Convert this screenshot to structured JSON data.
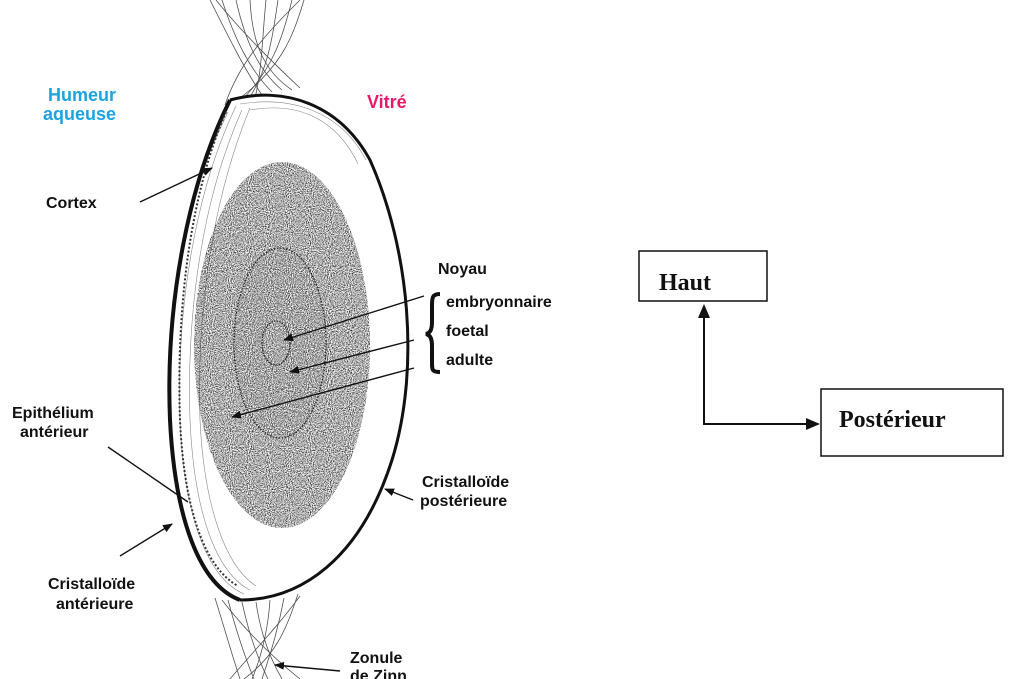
{
  "colors": {
    "humeur": "#1aa3e0",
    "vitre": "#e8196b",
    "ink": "#111111"
  },
  "labels": {
    "humeur_line1": "Humeur",
    "humeur_line2": "aqueuse",
    "vitre": "Vitré",
    "cortex": "Cortex",
    "noyau": "Noyau",
    "embryonnaire": "embryonnaire",
    "foetal": "foetal",
    "adulte": "adulte",
    "epithelium_line1": "Epithélium",
    "epithelium_line2": "antérieur",
    "crist_post_line1": "Cristalloïde",
    "crist_post_line2": "postérieure",
    "crist_ant_line1": "Cristalloïde",
    "crist_ant_line2": "antérieure",
    "zonule_line1": "Zonule",
    "zonule_line2": "de Zinn"
  },
  "orientation": {
    "haut": "Haut",
    "posterieur": "Postérieur"
  }
}
